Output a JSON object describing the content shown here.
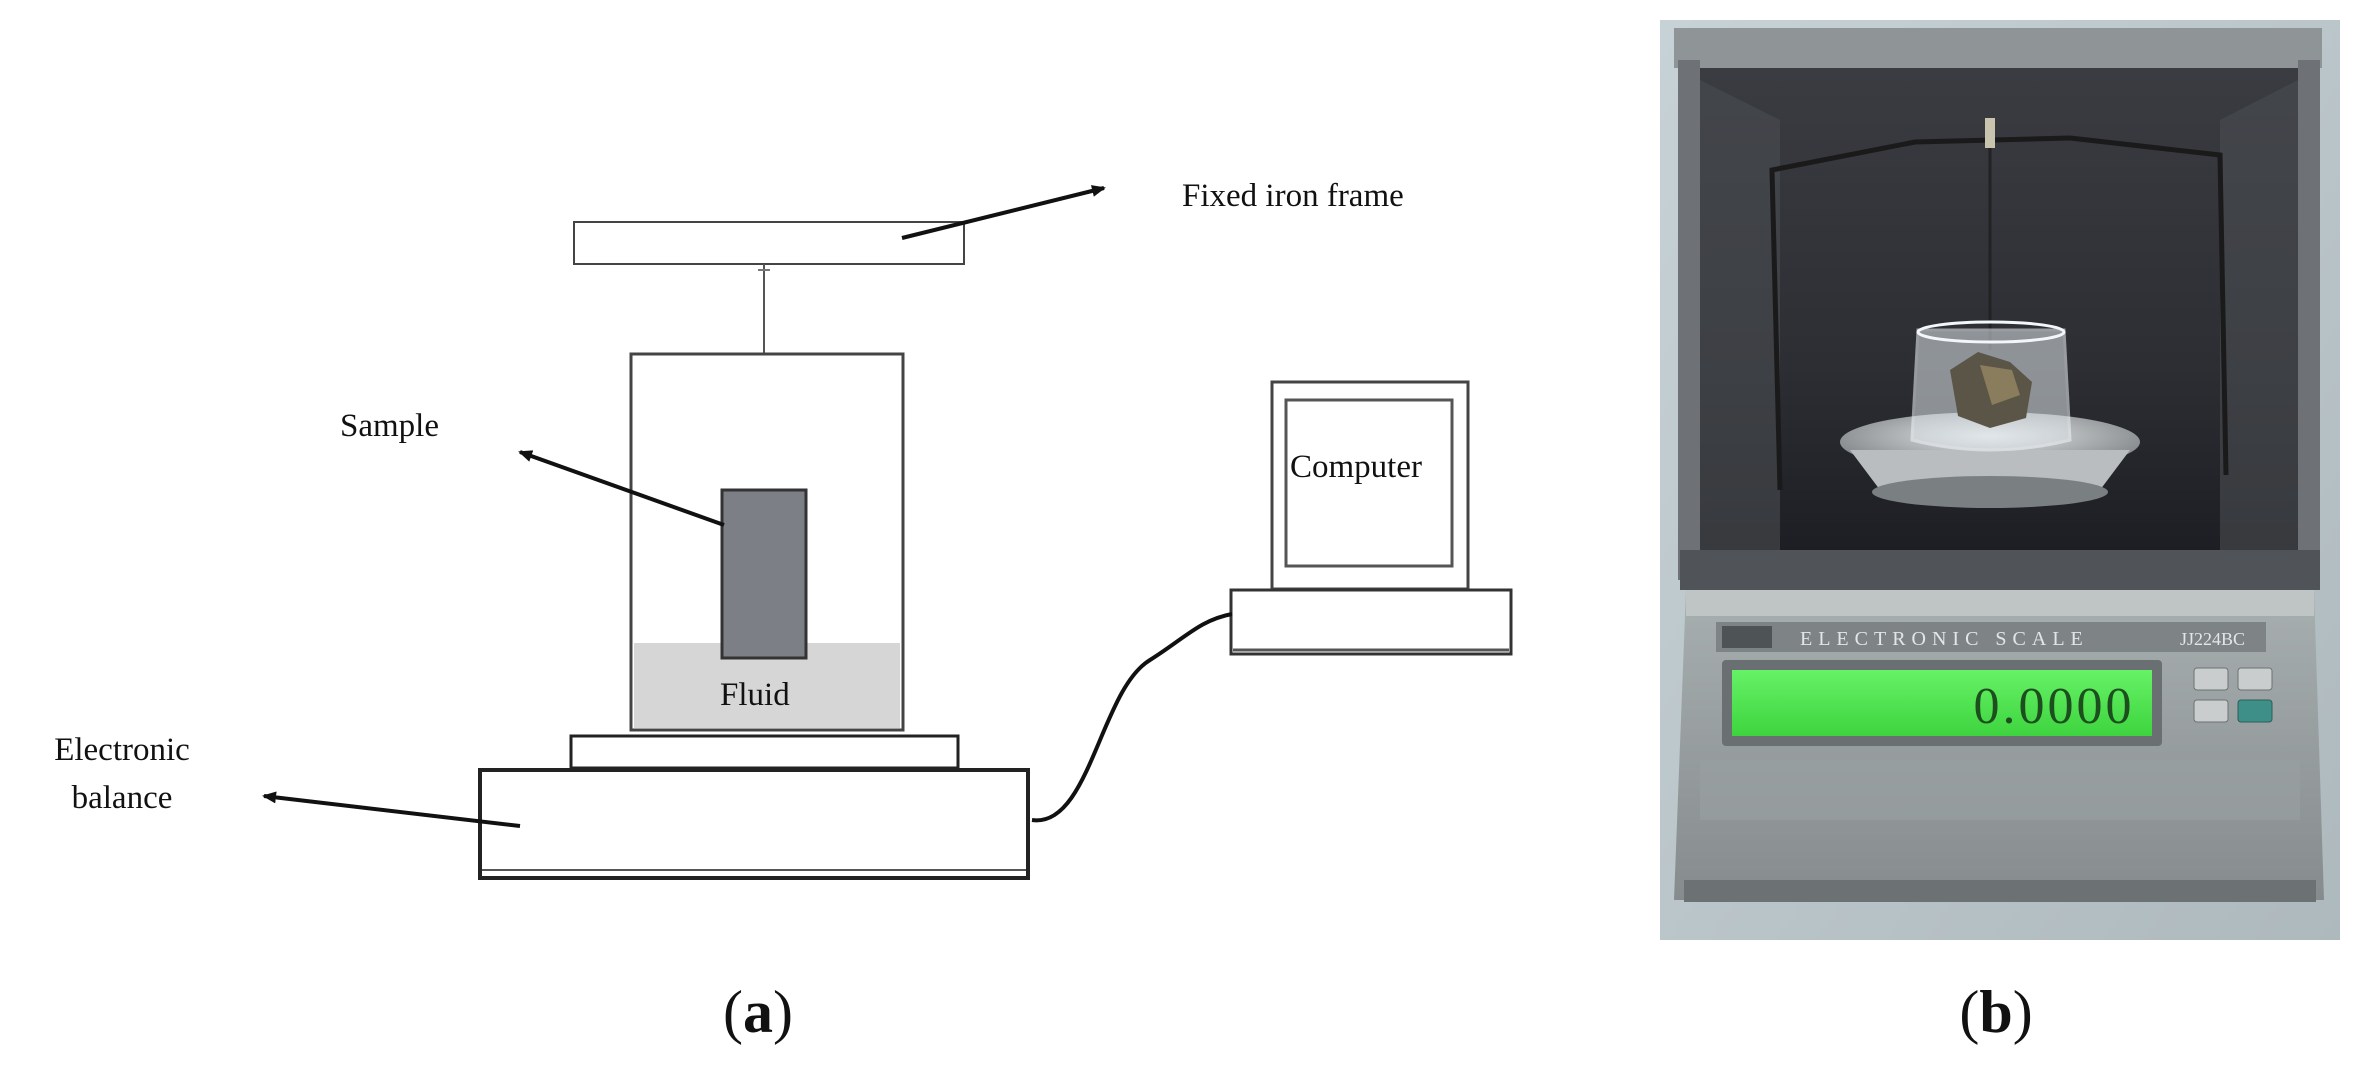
{
  "diagram": {
    "labels": {
      "fixed_iron_frame": "Fixed iron frame",
      "sample": "Sample",
      "computer": "Computer",
      "fluid": "Fluid",
      "electronic_balance_line1": "Electronic",
      "electronic_balance_line2": "balance"
    },
    "panel_label": "a"
  },
  "photo": {
    "scale_brand_text": "ELECTRONIC SCALE",
    "scale_model": "JJ224BC",
    "display_reading": "0.0000",
    "panel_label": "b"
  },
  "colors": {
    "sample": "#7d7f86",
    "fluid": "#d6d6d6",
    "lcd_green": "#49e84a",
    "scale_body": "#9ea5a6",
    "photo_background": "#bcc8cd"
  }
}
